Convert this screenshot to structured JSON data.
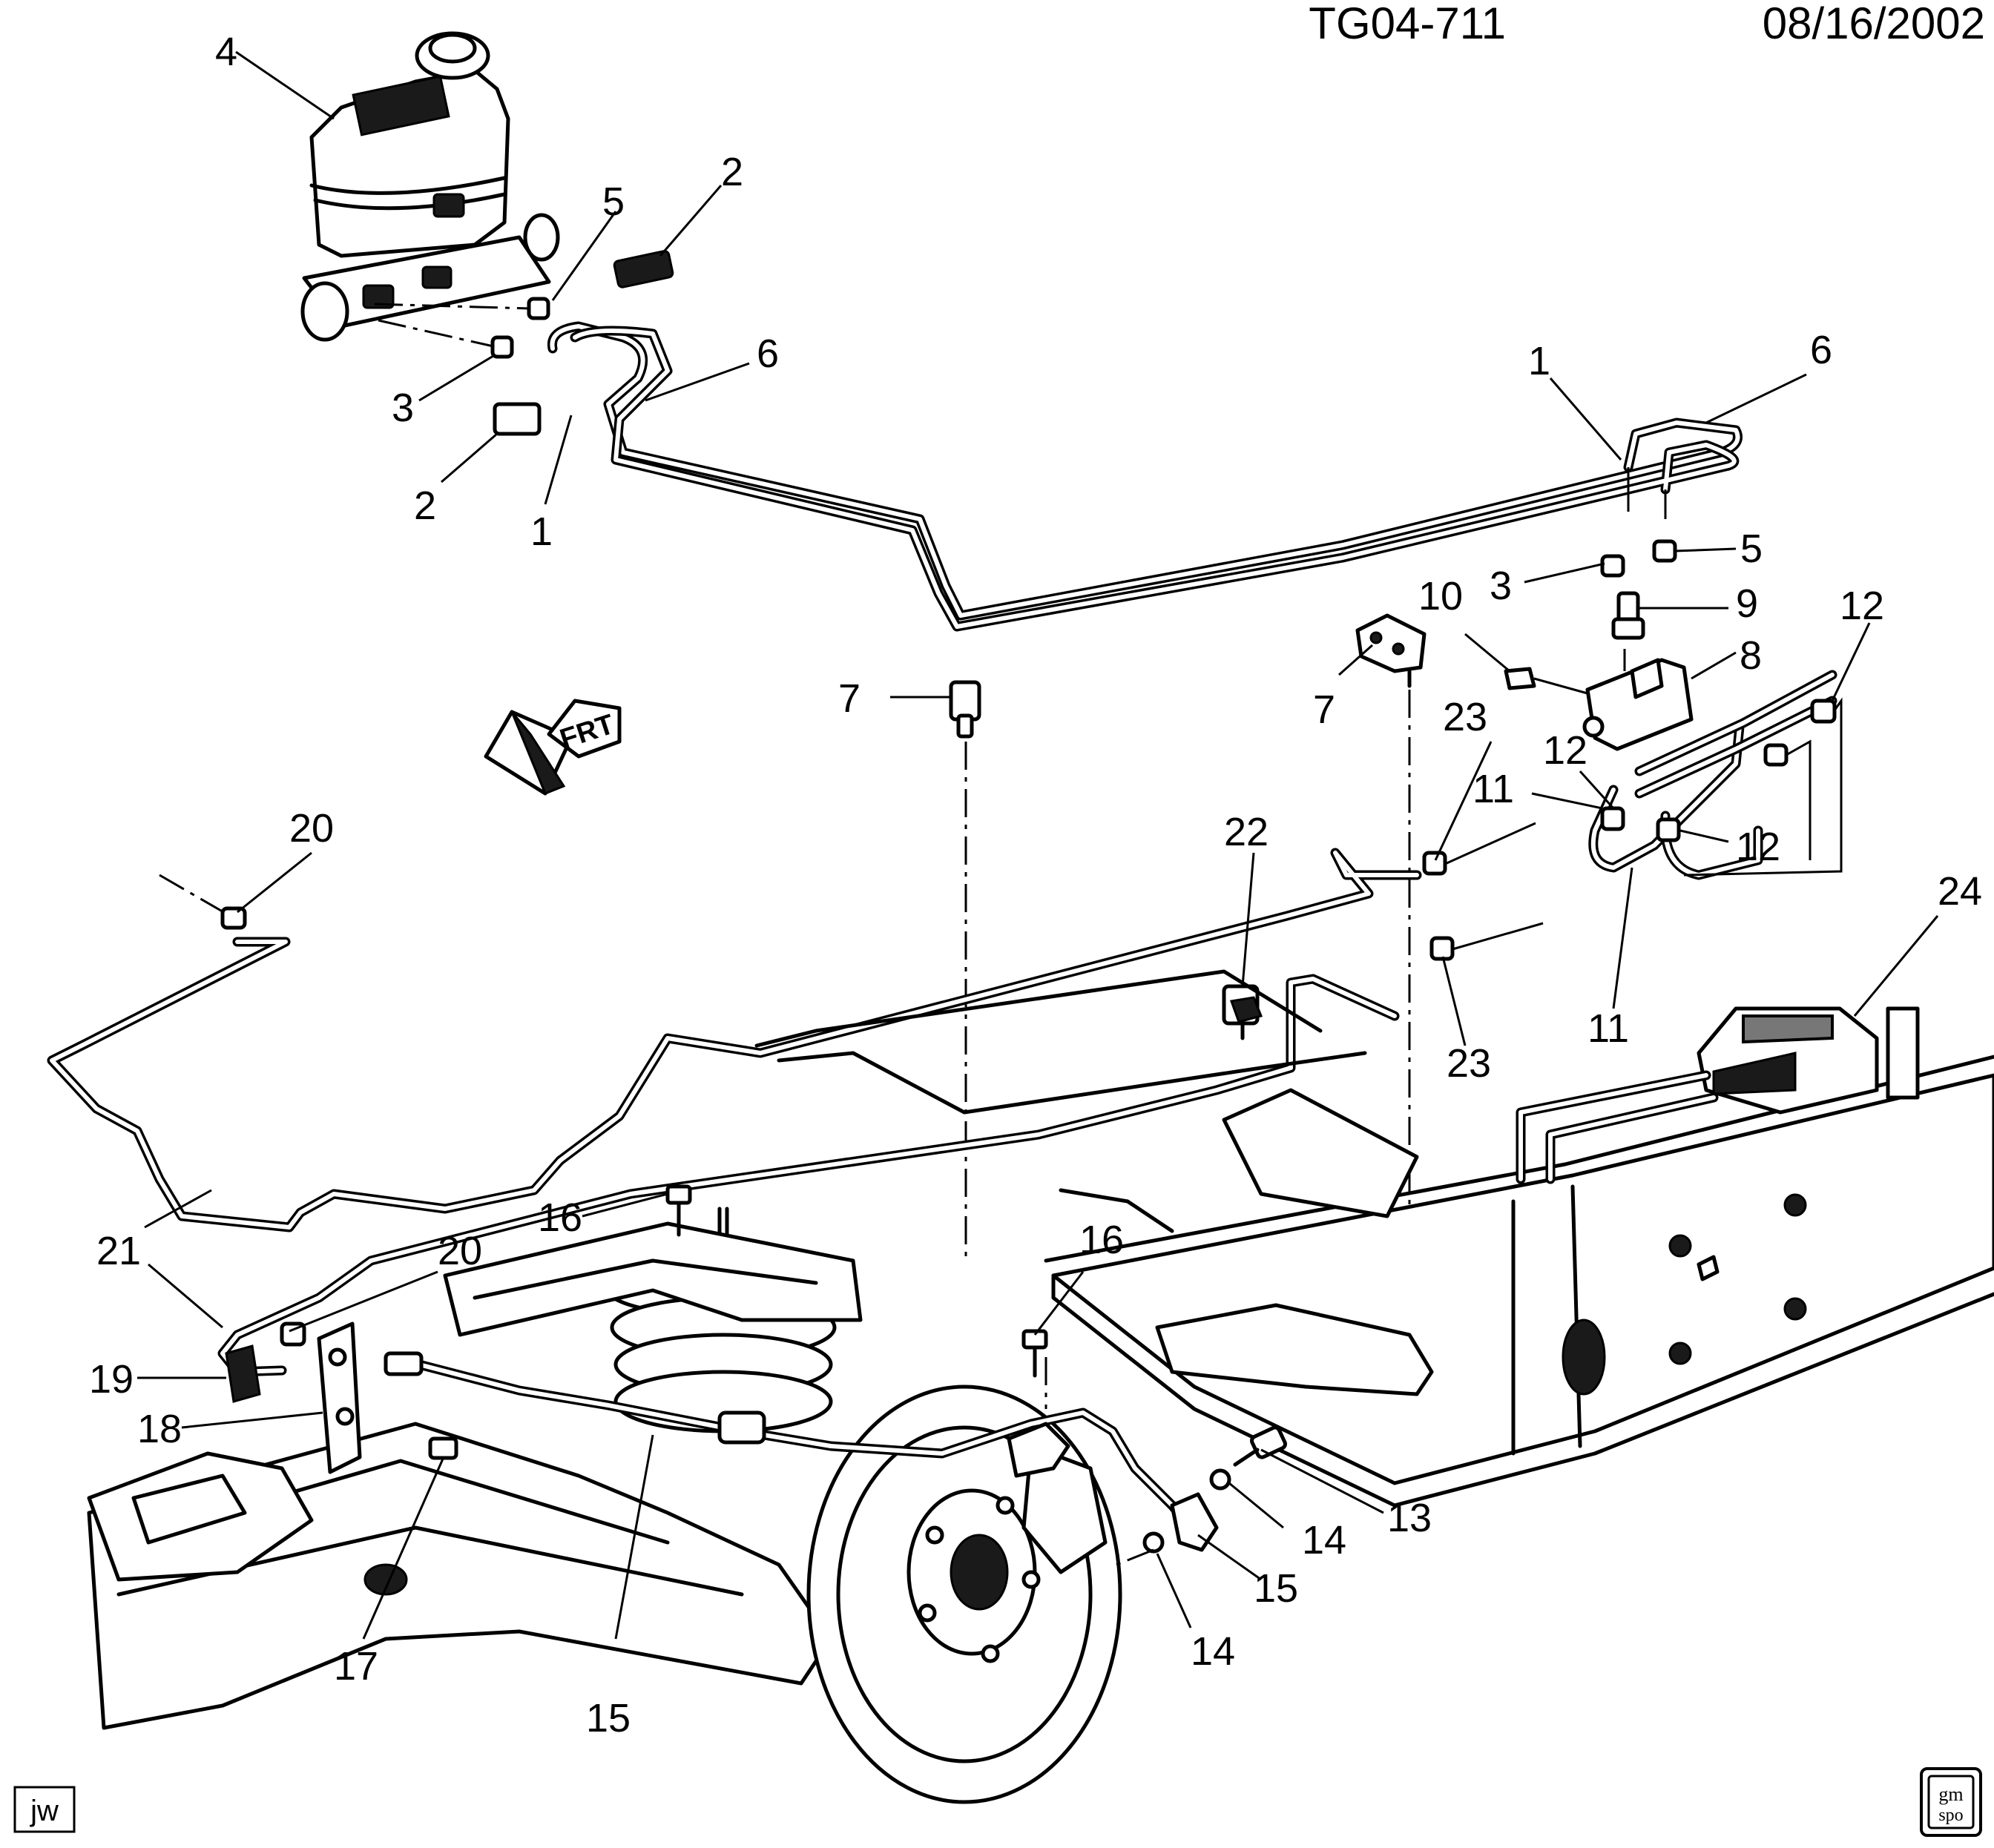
{
  "header": {
    "drawing_id": "TG04-711",
    "date": "08/16/2002"
  },
  "footer": {
    "author_mark": "jw",
    "logo_text_top": "gm",
    "logo_text_bottom": "spo"
  },
  "direction_arrow": "FRT",
  "icons": {
    "front_arrow": "front-direction-arrow-icon",
    "logo": "gm-spo-logo-icon"
  },
  "callouts": {
    "c4": "4",
    "c2a": "2",
    "c5a": "5",
    "c6a": "6",
    "c3a": "3",
    "c2b": "2",
    "c1a": "1",
    "c1b": "1",
    "c6b": "6",
    "c5b": "5",
    "c3b": "3",
    "c9": "9",
    "c10": "10",
    "c8": "8",
    "c12a": "12",
    "c7a": "7",
    "c7b": "7",
    "c23a": "23",
    "c12b": "12",
    "c11a": "11",
    "c12c": "12",
    "c22": "22",
    "c24": "24",
    "c23b": "23",
    "c11b": "11",
    "c20a": "20",
    "c21": "21",
    "c20b": "20",
    "c16a": "16",
    "c16b": "16",
    "c19": "19",
    "c18": "18",
    "c13": "13",
    "c14a": "14",
    "c15a": "15",
    "c14b": "14",
    "c17": "17",
    "c15b": "15"
  }
}
